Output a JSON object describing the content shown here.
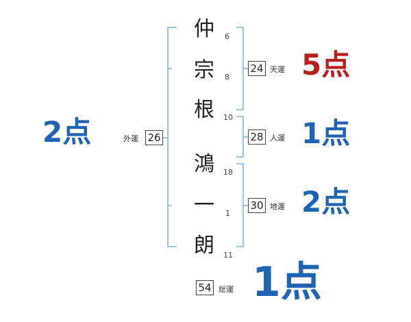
{
  "name": {
    "characters": [
      {
        "char": "仲",
        "strokes": "6"
      },
      {
        "char": "宗",
        "strokes": "8"
      },
      {
        "char": "根",
        "strokes": "10"
      },
      {
        "char": "鴻",
        "strokes": "18"
      },
      {
        "char": "一",
        "strokes": "1"
      },
      {
        "char": "朗",
        "strokes": "11"
      }
    ]
  },
  "fortunes": {
    "gaiun": {
      "label": "外運",
      "value": "26",
      "score": "2点"
    },
    "tenun": {
      "label": "天運",
      "value": "24",
      "score": "5点"
    },
    "jinun": {
      "label": "人運",
      "value": "28",
      "score": "1点"
    },
    "chiun": {
      "label": "地運",
      "value": "30",
      "score": "2点"
    },
    "souun": {
      "label": "総運",
      "value": "54",
      "score": "1点"
    }
  },
  "colors": {
    "bracket": "#7fb3dc",
    "score_blue": "#1f63b4",
    "score_red": "#b81e1e"
  }
}
